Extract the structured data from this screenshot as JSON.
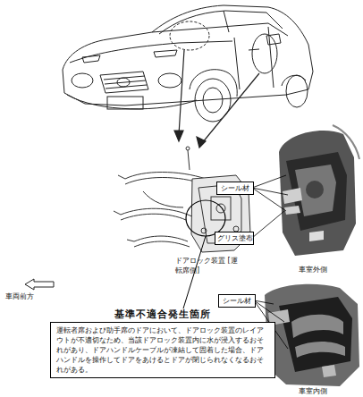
{
  "diagram": {
    "nodes": [
      {
        "text": [
          "シール材"
        ]
      },
      {
        "text": [
          "グリス塗布"
        ]
      },
      {
        "text": [
          "シール材"
        ]
      },
      {
        "text": [
          "基準不適合発生箇所",
          "運転者席および助手席のドアにおいて、ドアロック装置のレイアウトが不適切なため、当該ドアロック装置内に水が浸入するおそれがあり、ドアハンドルケーブルが凍結して固着した場合、ドアハンドルを操作してドアをあけるとドアが閉じられなくなるおそれがある。"
        ]
      }
    ],
    "labels": [
      "ドアロック装置 [運転席側]",
      "車両前方",
      "車室外側",
      "車室内側"
    ]
  }
}
